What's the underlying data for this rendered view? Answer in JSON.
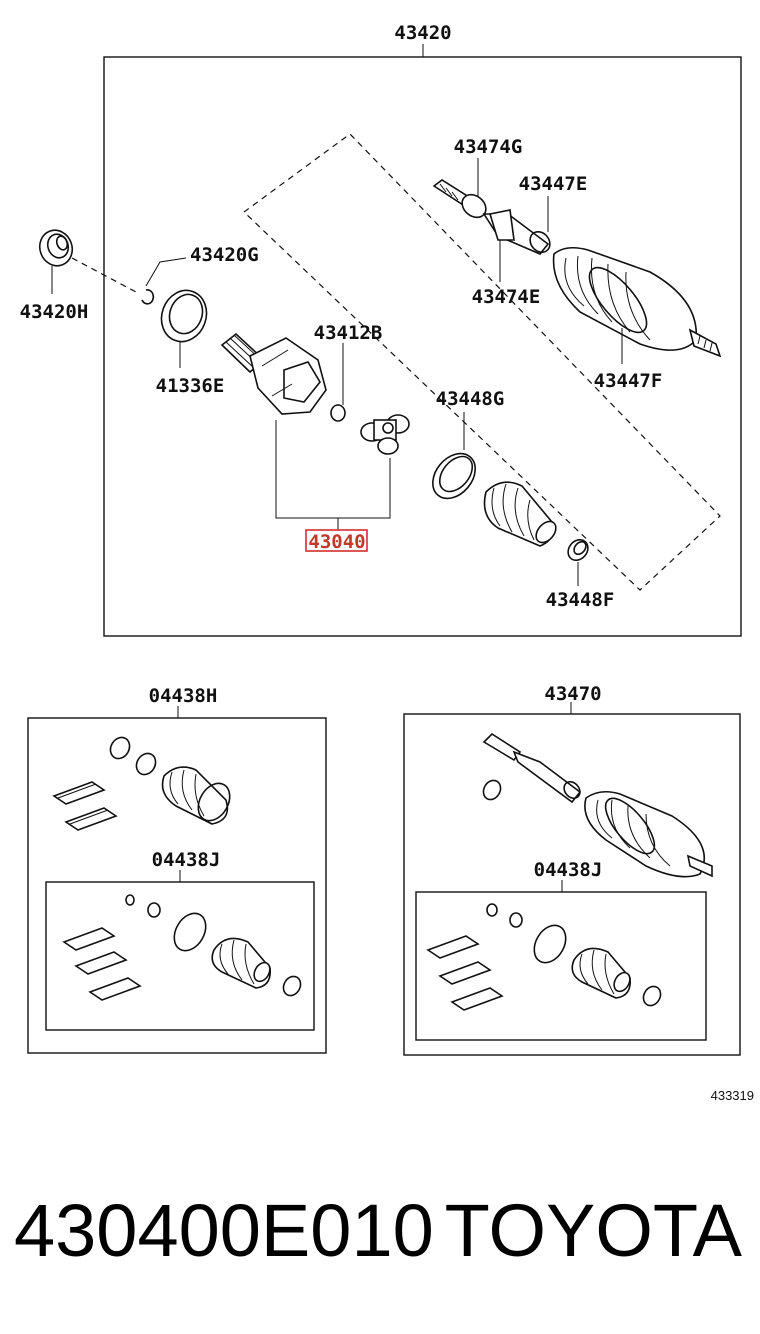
{
  "callouts": {
    "assembly": "43420",
    "seal": "43420H",
    "snap_ring_outer": "43420G",
    "dust_ring": "41336E",
    "snap_ring_inner": "43412B",
    "inner_joint": "43040",
    "clamp_band": "43448G",
    "small_clamp": "43448F",
    "damper_clip_left": "43474G",
    "damper_clip_right": "43474E",
    "boot_clamp_top": "43447E",
    "boot_clamp_bottom": "43447F",
    "inner_boot_kit": "04438H",
    "inner_boot_kit_sub": "04438J",
    "outer_joint_assy": "43470",
    "outer_boot_kit_sub": "04438J"
  },
  "highlight_color": "#d32f2f",
  "diagram_ref": "433319",
  "part_number": "430400E010",
  "brand": "TOYOTA"
}
